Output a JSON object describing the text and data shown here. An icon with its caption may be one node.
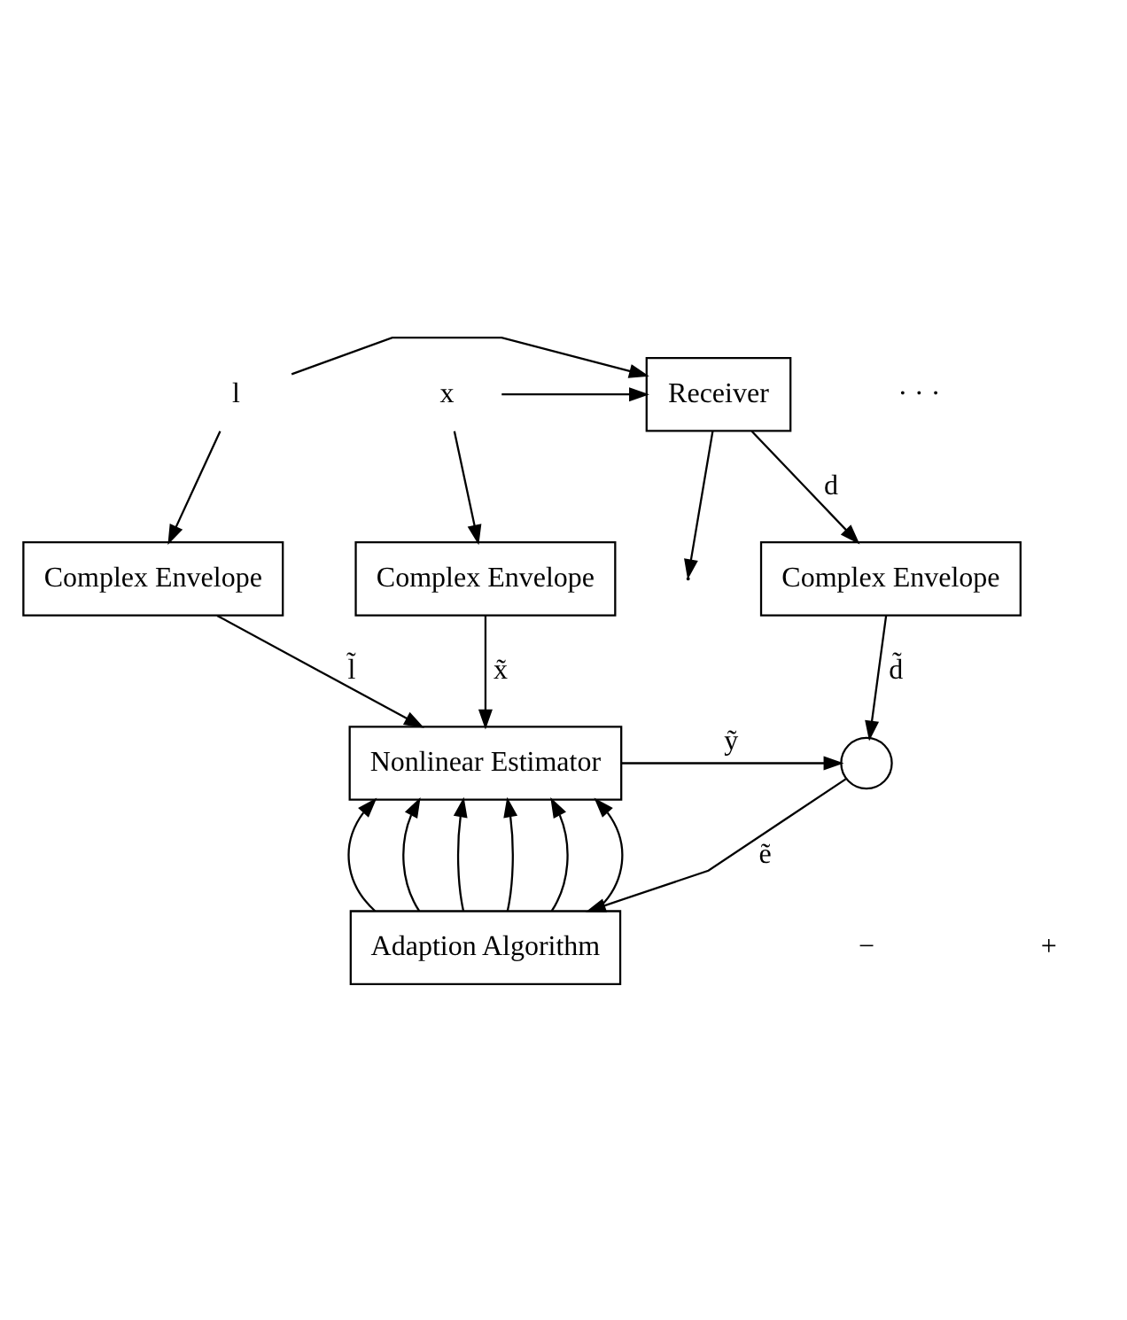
{
  "diagram": {
    "nodes": [
      {
        "text": [
          "l"
        ]
      },
      {
        "text": [
          "x"
        ]
      },
      {
        "text": [
          "Receiver"
        ]
      },
      {
        "text": [
          "Complex Envelope"
        ]
      },
      {
        "text": [
          "Complex Envelope"
        ]
      },
      {
        "text": [
          "Complex Envelope"
        ]
      },
      {
        "text": [
          "Nonlinear Estimator"
        ]
      },
      {
        "text": [],
        "shape": "circle"
      },
      {
        "text": [
          "Adaption Algorithm"
        ]
      }
    ],
    "edges": [
      {
        "from": 0,
        "to": 2,
        "arrow": "to"
      },
      {
        "from": 0,
        "to": 4,
        "arrow": "to"
      },
      {
        "from": 1,
        "to": 2,
        "arrow": "to"
      },
      {
        "from": 1,
        "to": 3,
        "arrow": "to"
      },
      {
        "from": 2,
        "to": null,
        "arrow": "to"
      },
      {
        "from": 2,
        "to": 5,
        "label": "d",
        "arrow": "to"
      },
      {
        "from": 3,
        "to": 6,
        "label": "x̃",
        "arrow": "to"
      },
      {
        "from": 4,
        "to": 6,
        "label": "l̃",
        "arrow": "to"
      },
      {
        "from": 5,
        "to": 7,
        "label": "d̃",
        "arrow": "to"
      },
      {
        "from": 6,
        "to": 7,
        "label": "ỹ",
        "arrow": "to"
      },
      {
        "from": 7,
        "to": 8,
        "label": "ẽ",
        "arrow": "to"
      },
      {
        "from": 8,
        "to": 6,
        "arrow": "to"
      },
      {
        "from": 8,
        "to": 6,
        "arrow": "to"
      },
      {
        "from": 8,
        "to": 6,
        "arrow": "to"
      },
      {
        "from": 8,
        "to": 6,
        "arrow": "to"
      },
      {
        "from": 8,
        "to": 6,
        "arrow": "to"
      },
      {
        "from": 8,
        "to": 6,
        "arrow": "to"
      }
    ],
    "labels": [
      "+",
      "−",
      "· · ·"
    ]
  }
}
